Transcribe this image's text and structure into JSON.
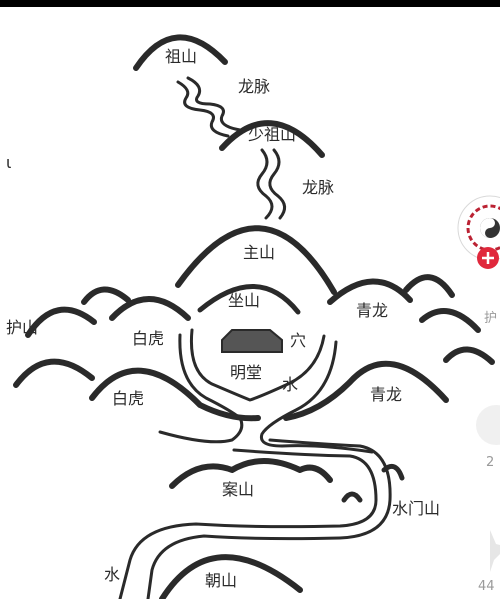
{
  "diagram": {
    "labels": {
      "zushan": "祖山",
      "longmai_1": "龙脉",
      "shaozushan": "少祖山",
      "longmai_2": "龙脉",
      "zhushan": "主山",
      "zuoshan": "坐山",
      "xue": "穴",
      "mingtang": "明堂",
      "shui_1": "水",
      "qinglong_1": "青龙",
      "qinglong_2": "青龙",
      "baihu_1": "白虎",
      "baihu_2": "白虎",
      "hushan": "护山",
      "anshan": "案山",
      "shuimenshan": "水门山",
      "shui_2": "水",
      "chaoshan": "朝山"
    },
    "colors": {
      "ink": "#2a2a2a",
      "paper": "#ffffff",
      "accent_red": "#e0283c"
    }
  },
  "overlay": {
    "left_mark": "ι",
    "side_digit_1": "2",
    "side_digit_2": "44",
    "side_text": "护",
    "add_icon": "plus-icon",
    "avatar_icon": "bagua-avatar-icon"
  }
}
